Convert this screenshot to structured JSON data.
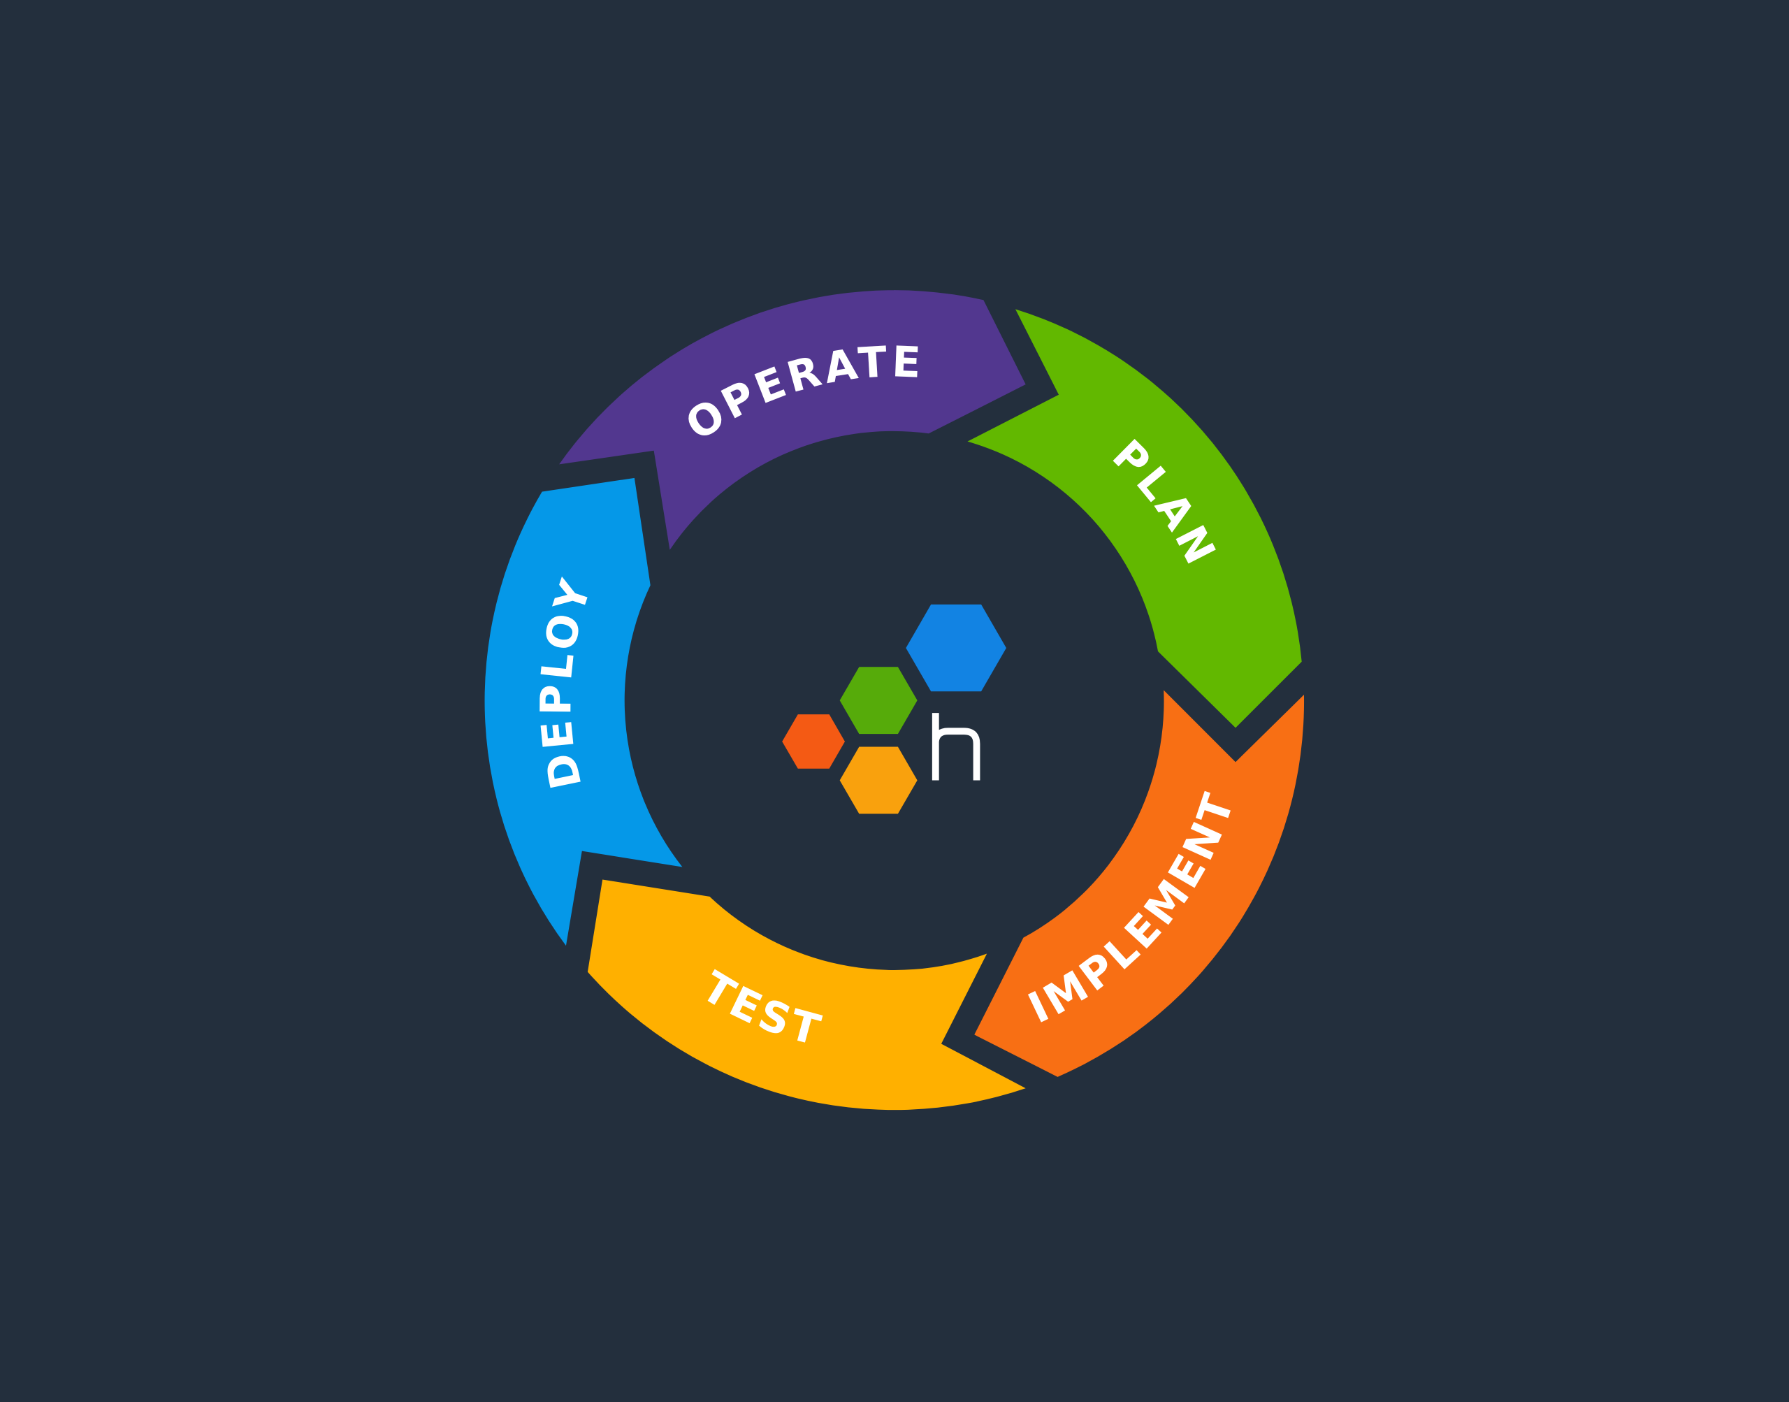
{
  "background": "#232f3d",
  "cycle": [
    {
      "id": "operate",
      "label": "OPERATE",
      "color": "#52378f"
    },
    {
      "id": "plan",
      "label": "PLAN",
      "color": "#62b800"
    },
    {
      "id": "implement",
      "label": "IMPLEMENT",
      "color": "#f86f14"
    },
    {
      "id": "test",
      "label": "TEST",
      "color": "#ffb000"
    },
    {
      "id": "deploy",
      "label": "DEPLOY",
      "color": "#0598e8"
    }
  ],
  "logo": {
    "letter": "h",
    "hex_colors": {
      "blue": "#1283e3",
      "green": "#56ab0a",
      "red": "#f45a14",
      "amber": "#f9a10d"
    }
  }
}
